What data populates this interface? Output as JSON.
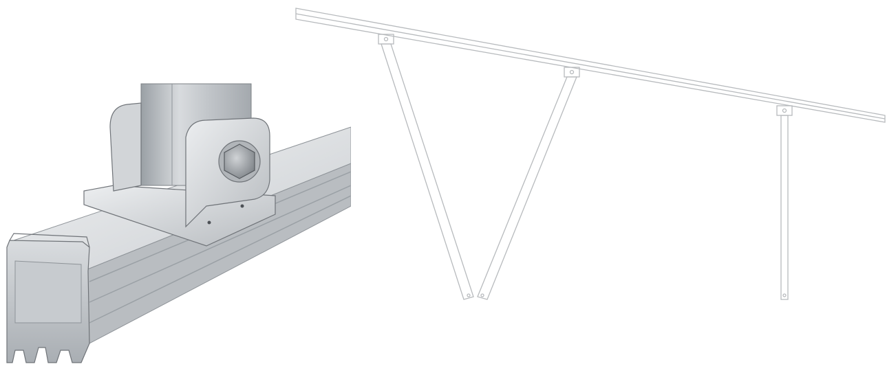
{
  "colors": {
    "background": "#ffffff",
    "aluminum_light": "#e6e8ea",
    "aluminum_mid": "#c4c8cc",
    "aluminum_dark": "#8e9398",
    "outline": "#6f7378",
    "line_drawing": "#b7babd"
  },
  "detail_view": {
    "parts": [
      "rail-profile",
      "mounting-bracket",
      "post",
      "hex-bolt"
    ]
  },
  "structure_view": {
    "parts": [
      "top-rail",
      "front-strut",
      "diagonal-brace",
      "rear-leg"
    ],
    "connector_count": 3
  }
}
